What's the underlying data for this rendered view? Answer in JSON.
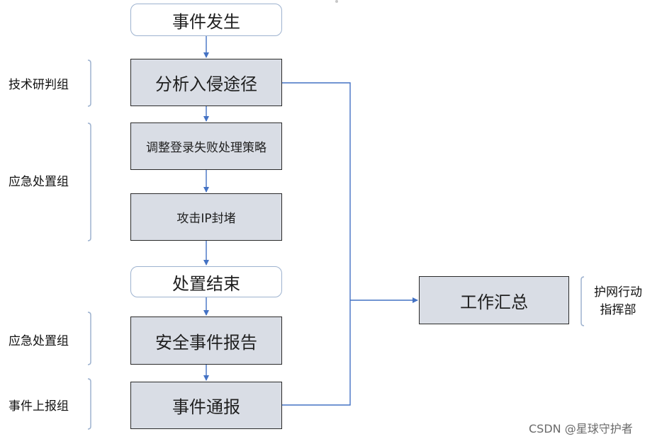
{
  "nodes": {
    "event_start": "事件发生",
    "analyze": "分析入侵途径",
    "adjust": "调整登录失败处理策略",
    "block_ip": "攻击IP封堵",
    "handling_end": "处置结束",
    "report": "安全事件报告",
    "notify": "事件通报",
    "summary": "工作汇总"
  },
  "groups": {
    "tech": "技术研判组",
    "emergency_1": "应急处置组",
    "emergency_2": "应急处置组",
    "report_group": "事件上报组",
    "command_line1": "护网行动",
    "command_line2": "指挥部"
  },
  "watermark": "CSDN @星球守护者",
  "colors": {
    "arrow": "#4472c4",
    "box_fill": "#d9dde5",
    "start_border": "#9db2cf",
    "bracket": "#9db2cf"
  }
}
